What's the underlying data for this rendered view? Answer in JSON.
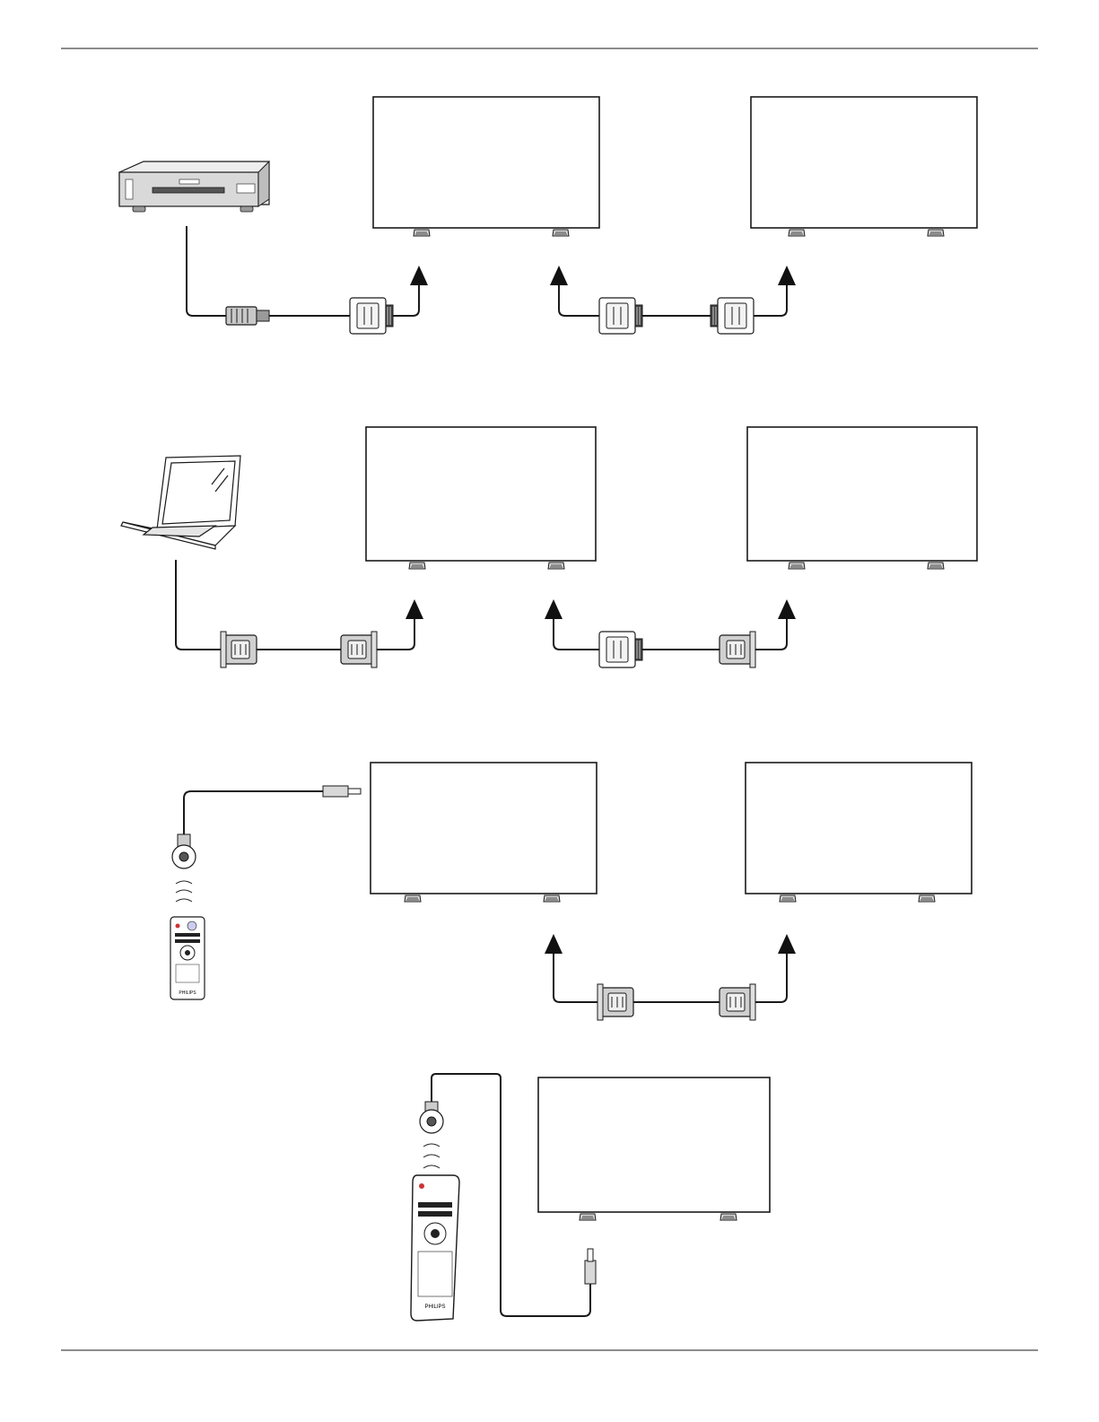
{
  "page": {
    "background": "#ffffff",
    "line_color": "#1a1a1a",
    "connector_fill": "#c8c8c8"
  },
  "sections": [
    {
      "name": "av-source-daisy-chain",
      "source_device": "dvd-player-icon",
      "displays": 2,
      "input_cable": "dvi-to-dvi",
      "chain_cable": "dvi-to-dvi"
    },
    {
      "name": "pc-source-daisy-chain",
      "source_device": "laptop-icon",
      "displays": 2,
      "input_cable": "vga-to-vga",
      "chain_cable": "dvi-to-vga"
    },
    {
      "name": "ir-receiver-daisy-chain",
      "source_device": "remote-control-icon",
      "displays": 2,
      "input_cable": "ir-sensor-jack",
      "chain_cable": "vga-to-vga"
    },
    {
      "name": "ir-receiver-single-display",
      "source_device": "remote-control-icon",
      "displays": 1,
      "input_cable": "ir-sensor-jack",
      "chain_cable": "none"
    }
  ],
  "remote": {
    "brand_text": "PHILIPS"
  }
}
